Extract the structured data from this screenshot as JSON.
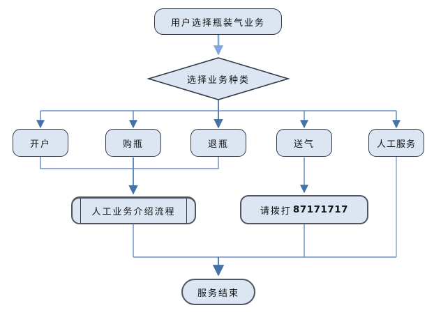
{
  "flowchart": {
    "start": "用户选择瓶装气业务",
    "decision": "选择业务种类",
    "branches": [
      {
        "label": "开户"
      },
      {
        "label": "购瓶"
      },
      {
        "label": "退瓶"
      },
      {
        "label": "送气"
      },
      {
        "label": "人工服务"
      }
    ],
    "process_intro": "人工业务介绍流程",
    "call_prefix": "请拨打",
    "call_number": "87171717",
    "end": "服务结束",
    "colors": {
      "node_fill": "#dce6f2",
      "node_border": "#2f3a46",
      "connector_line": "#6d92c4",
      "arrow_head": "#4472a8",
      "start_arrow": "#7ca6dc",
      "background": "#ffffff",
      "text": "#111111"
    }
  }
}
